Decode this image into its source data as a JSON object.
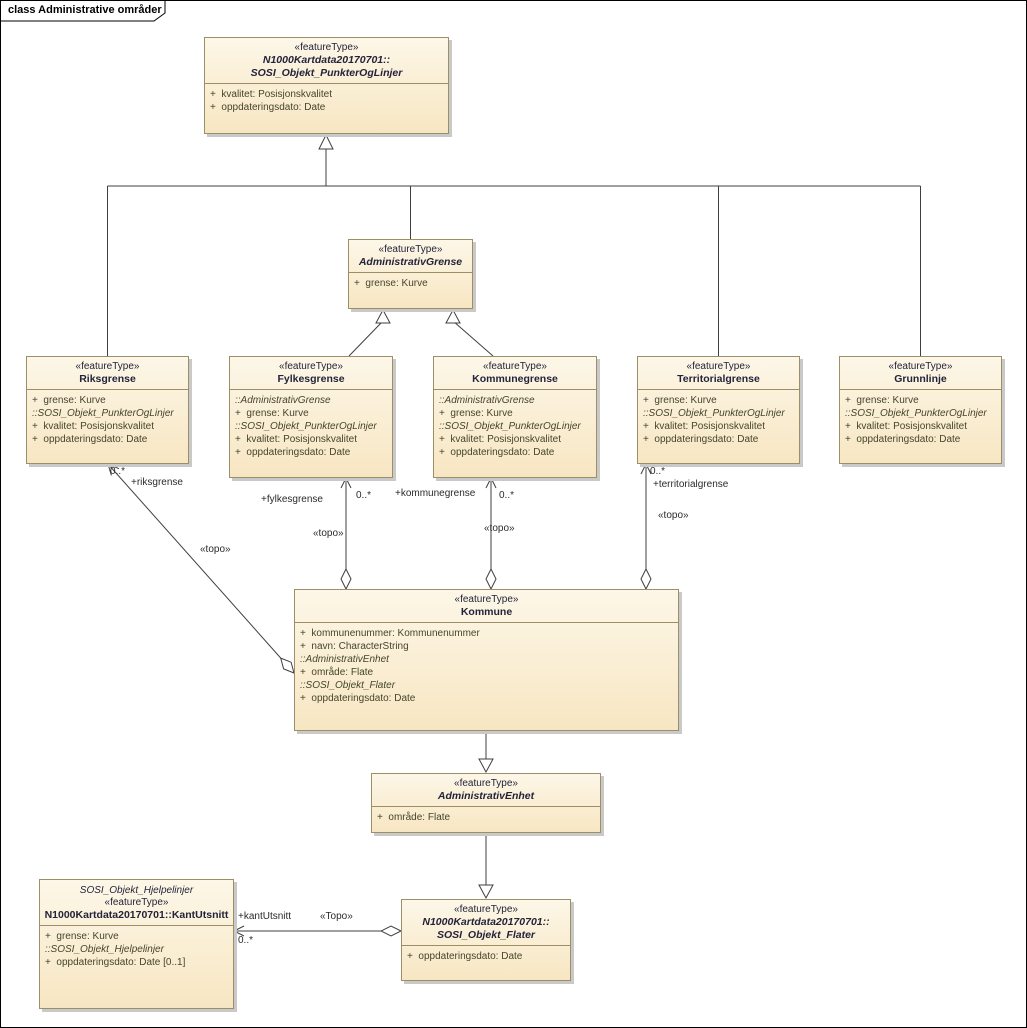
{
  "frame": {
    "label": "class Administrative områder"
  },
  "classes": {
    "punkterOgLinjer": {
      "stereotype": "«featureType»",
      "name1": "N1000Kartdata20170701::",
      "name2": "SOSI_Objekt_PunkterOgLinjer",
      "attrs": [
        "+  kvalitet: Posisjonskvalitet",
        "+  oppdateringsdato: Date"
      ]
    },
    "administrativGrense": {
      "stereotype": "«featureType»",
      "name": "AdministrativGrense",
      "attrs": [
        "+  grense: Kurve"
      ]
    },
    "riksgrense": {
      "stereotype": "«featureType»",
      "name": "Riksgrense",
      "attrs": [
        "+  grense: Kurve",
        "::SOSI_Objekt_PunkterOgLinjer",
        "+  kvalitet: Posisjonskvalitet",
        "+  oppdateringsdato: Date"
      ]
    },
    "fylkesgrense": {
      "stereotype": "«featureType»",
      "name": "Fylkesgrense",
      "attrs": [
        "::AdministrativGrense",
        "+  grense: Kurve",
        "::SOSI_Objekt_PunkterOgLinjer",
        "+  kvalitet: Posisjonskvalitet",
        "+  oppdateringsdato: Date"
      ]
    },
    "kommunegrense": {
      "stereotype": "«featureType»",
      "name": "Kommunegrense",
      "attrs": [
        "::AdministrativGrense",
        "+  grense: Kurve",
        "::SOSI_Objekt_PunkterOgLinjer",
        "+  kvalitet: Posisjonskvalitet",
        "+  oppdateringsdato: Date"
      ]
    },
    "territorialgrense": {
      "stereotype": "«featureType»",
      "name": "Territorialgrense",
      "attrs": [
        "+  grense: Kurve",
        "::SOSI_Objekt_PunkterOgLinjer",
        "+  kvalitet: Posisjonskvalitet",
        "+  oppdateringsdato: Date"
      ]
    },
    "grunnlinje": {
      "stereotype": "«featureType»",
      "name": "Grunnlinje",
      "attrs": [
        "+  grense: Kurve",
        "::SOSI_Objekt_PunkterOgLinjer",
        "+  kvalitet: Posisjonskvalitet",
        "+  oppdateringsdato: Date"
      ]
    },
    "kommune": {
      "stereotype": "«featureType»",
      "name": "Kommune",
      "attrs": [
        "+  kommunenummer: Kommunenummer",
        "+  navn: CharacterString",
        "::AdministrativEnhet",
        "+  område: Flate",
        "::SOSI_Objekt_Flater",
        "+  oppdateringsdato: Date"
      ]
    },
    "administrativEnhet": {
      "stereotype": "«featureType»",
      "name": "AdministrativEnhet",
      "attrs": [
        "+  område: Flate"
      ]
    },
    "kantUtsnitt": {
      "package": "SOSI_Objekt_Hjelpelinjer",
      "stereotype": "«featureType»",
      "name": "N1000Kartdata20170701::KantUtsnitt",
      "attrs": [
        "+  grense: Kurve",
        "::SOSI_Objekt_Hjelpelinjer",
        "+  oppdateringsdato: Date [0..1]"
      ]
    },
    "flater": {
      "stereotype": "«featureType»",
      "name1": "N1000Kartdata20170701::",
      "name2": "SOSI_Objekt_Flater",
      "attrs": [
        "+  oppdateringsdato: Date"
      ]
    }
  },
  "edges": {
    "riksgrense": {
      "mult": "0..*",
      "role": "+riksgrense",
      "stereotype": "«topo»"
    },
    "fylkesgrense": {
      "mult": "0..*",
      "role": "+fylkesgrense",
      "stereotype": "«topo»"
    },
    "kommunegrense": {
      "mult": "0..*",
      "role": "+kommunegrense",
      "stereotype": "«topo»"
    },
    "territorialgrense": {
      "mult": "0..*",
      "role": "+territorialgrense",
      "stereotype": "«topo»"
    },
    "kantUtsnitt": {
      "mult": "0..*",
      "role": "+kantUtsnitt",
      "stereotype": "«Topo»"
    }
  },
  "colors": {
    "box_fill_top": "#FDF7E8",
    "box_fill_bottom": "#F7E6C2",
    "box_border": "#9C8F68",
    "line": "#3F3F3F"
  }
}
